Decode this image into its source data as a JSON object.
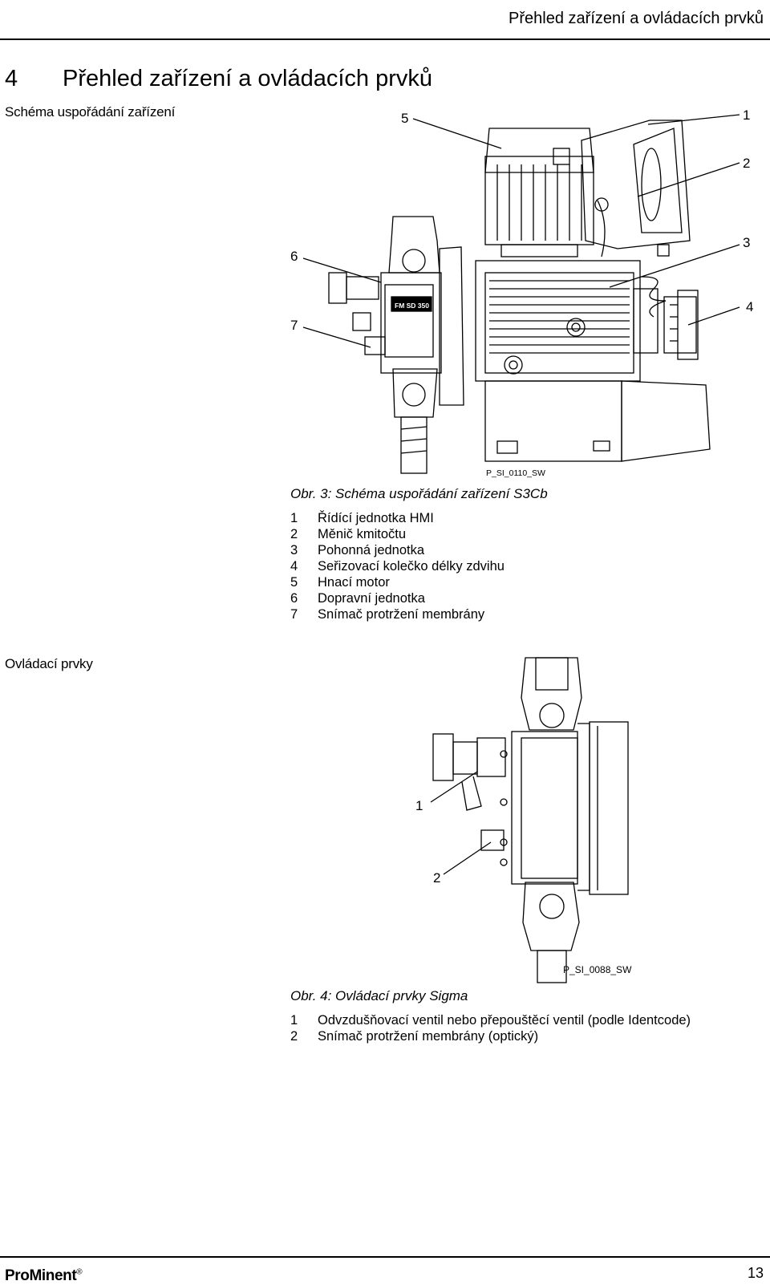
{
  "header": {
    "title": "Přehled zařízení a ovládacích prvků"
  },
  "chapter": {
    "number": "4",
    "title": "Přehled zařízení a ovládacích prvků"
  },
  "section1": {
    "heading": "Schéma uspořádání zařízení",
    "callouts": [
      "1",
      "2",
      "3",
      "4",
      "5",
      "6",
      "7"
    ],
    "image_code": "P_SI_0110_SW",
    "caption": "Obr. 3: Schéma uspořádání zařízení S3Cb",
    "plate_label": "FM SD 350",
    "legend": [
      {
        "n": "1",
        "text": "Řídící jednotka HMI"
      },
      {
        "n": "2",
        "text": "Měnič kmitočtu"
      },
      {
        "n": "3",
        "text": "Pohonná jednotka"
      },
      {
        "n": "4",
        "text": "Seřizovací kolečko délky zdvihu"
      },
      {
        "n": "5",
        "text": "Hnací motor"
      },
      {
        "n": "6",
        "text": "Dopravní jednotka"
      },
      {
        "n": "7",
        "text": "Snímač protržení membrány"
      }
    ]
  },
  "section2": {
    "heading": "Ovládací prvky",
    "callouts": [
      "1",
      "2"
    ],
    "image_code": "P_SI_0088_SW",
    "caption": "Obr. 4: Ovládací prvky Sigma",
    "legend": [
      {
        "n": "1",
        "text": "Odvzdušňovací ventil nebo přepouštěcí ventil (podle Identcode)"
      },
      {
        "n": "2",
        "text": "Snímač protržení membrány (optický)"
      }
    ]
  },
  "footer": {
    "brand_pro": "Pro",
    "brand_minent": "Minent",
    "brand_reg": "®",
    "page_number": "13"
  }
}
